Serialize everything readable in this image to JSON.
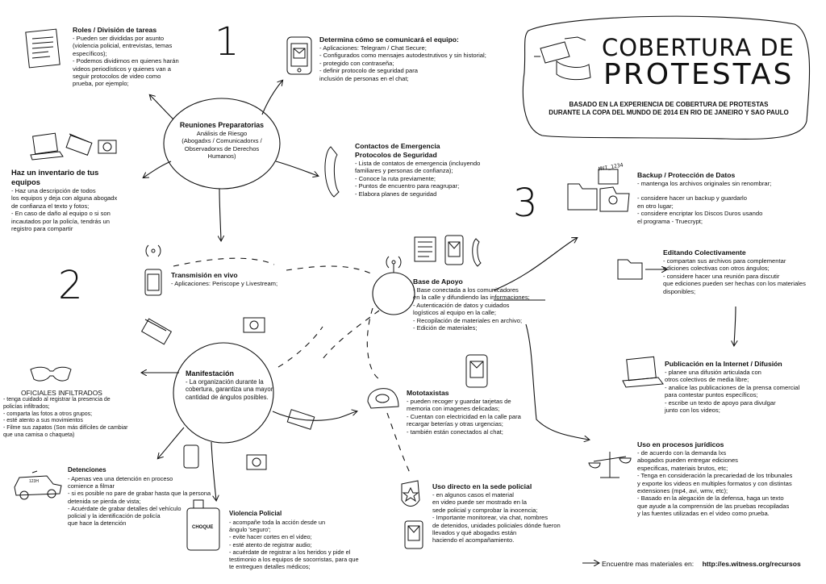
{
  "header": {
    "title_line1": "COBERTURA DE",
    "title_line2": "PROTESTAS",
    "subtitle_line1": "BASADO EN LA EXPERIENCIA DE COBERTURA DE PROTESTAS",
    "subtitle_line2": "DURANTE LA COPA DEL MUNDO DE 2014 EN RIO DE JANEIRO Y SAO PAULO"
  },
  "numbers": {
    "one": "1",
    "two": "2",
    "three": "3"
  },
  "roles": {
    "title": "Roles / División de tareas",
    "items": [
      "- Pueden ser divididas por asunto",
      "(violencia policial, entrevistas, temas",
      "específicos);",
      "- Podemos dividirnos en quienes harán",
      "videos periodísticos y quienes van a",
      "seguir protocolos de video como",
      "prueba, por ejemplo;"
    ]
  },
  "comunicacion": {
    "title": "Determina cómo se comunicará el equipo:",
    "items": [
      "- Aplicaciones: Telegram / Chat Secure;",
      "- Configurados como mensajes autodestrutivos y sin historial;",
      "- protegido con contraseña;",
      "- definir protocolo de seguridad para",
      "inclusión de personas en el chat;"
    ]
  },
  "reuniones": {
    "title": "Reuniones Preparatorias",
    "lines": [
      "Análisis de Riesgo",
      "(Abogadxs / Comunicadorxs /",
      "Observadorxs de Derechos",
      "Humanos)"
    ]
  },
  "contactos": {
    "title1": "Contactos de Emergencia",
    "title2": "Protocolos de Seguridad",
    "items": [
      "- Lista de contatos de emergencia (incluyendo",
      "familiares y personas de confianza);",
      "- Conoce la ruta previamente;",
      "- Puntos de encuentro para reagrupar;",
      "- Elabora planes de seguridad"
    ]
  },
  "inventario": {
    "title1": "Haz un inventario de tus",
    "title2": "equipos",
    "items": [
      "- Haz una descripción de todos",
      "los equipos y deja con alguna abogadx",
      "de confianza el texto y fotos;",
      "- En caso de daño al equipo o si son",
      "incautados por la policía, tendrás un",
      "registro para compartir"
    ]
  },
  "transmision": {
    "title": "Transmisión en vivo",
    "items": [
      "- Aplicaciones: Periscope y Livestream;"
    ]
  },
  "base": {
    "title": "Base de Apoyo",
    "items": [
      "- Base conectada a los comunicadores",
      "en la calle y difundiendo las informaciones;",
      "- Autenticación de datos y cuidados",
      "logísticos al equipo en la calle;",
      "- Recopilación de materiales en archivo;",
      "- Edición de materiales;"
    ]
  },
  "manifestacion": {
    "title": "Manifestación",
    "lines": [
      "- La organización durante la",
      "cobertura, garantiza una mayor",
      "cantidad de ángulos posibles."
    ]
  },
  "oficiales": {
    "title": "OFICIALES INFILTRADOS",
    "items": [
      "- tenga cuidado al registrar la presencia de",
      "policías infiltrados;",
      "- comparta las fotos a otros grupos;",
      "- esté atento a sus movimientos",
      "- Filme sus zapatos (Son más difíciles de cambiar",
      "que una camisa o chaqueta)"
    ]
  },
  "mototaxistas": {
    "title": "Mototaxistas",
    "items": [
      "- pueden recoger y guardar tarjetas de",
      "memoria con imagenes delicadas;",
      "- Cuentan con electricidad en la calle para",
      "recargar beterías y otras urgencias;",
      "- también están conectados al chat;"
    ]
  },
  "detenciones": {
    "title": "Detenciones",
    "items": [
      "- Apenas vea una detención en proceso",
      "comience a filmar",
      "- si es posible no pare de grabar hasta que la persona",
      "detenida se pierda de vista;",
      "- Acuérdate de grabar detalles del vehículo",
      "policial y la identificación de policía",
      "que hace la detención"
    ]
  },
  "violencia": {
    "title": "Violencia Policial",
    "items": [
      "- acompañe toda la acción desde un",
      "ángulo 'seguro';",
      "- evite hacer cortes en el video;",
      "- esté atento de registrar audio;",
      "- acuérdate de registrar a los heridos y pide el",
      "testimonio a los equipos de socorristas, para que",
      "te entreguen detalles médicos;"
    ]
  },
  "sede": {
    "title": "Uso directo en la sede policial",
    "items": [
      "- en algunos casos el material",
      "en video puede ser mostrado en la",
      "sede policial y comprobar la inocencia;",
      "- Importante monitorear, via chat, nombres",
      "de detenidos, unidades policiales dónde fueron",
      "llevados y qué abogadxs están",
      "haciendo el acompañamiento."
    ]
  },
  "backup": {
    "title": "Backup / Protección de Datos",
    "items": [
      "- mantenga los archivos originales sin renombrar;",
      "",
      "- considere hacer un backup y guardarlo",
      "en otro lugar;",
      "- considere encriptar los Discos Duros usando",
      "el programa - Truecrypt;"
    ],
    "file_label": "MVI_1234"
  },
  "editando": {
    "title": "Editando Colectivamente",
    "items": [
      "- compartan sus archivos para complementar",
      "ediciones colectivas con otros ángulos;",
      "- considere hacer una reunión para discutir",
      "que ediciones pueden ser hechas con los materiales",
      "disponibles;"
    ]
  },
  "publicacion": {
    "title": "Publicación en la Internet / Difusión",
    "items": [
      "- planee una difusión articulada con",
      "otros colectivos de media libre;",
      "- analice las publicaciones de la prensa comercial",
      "para contestar puntos específicos;",
      "- escribe un texto de apoyo para divulgar",
      "junto con los videos;"
    ]
  },
  "juridicos": {
    "title": "Uso en procesos jurídicos",
    "items": [
      "- de acuerdo con la demanda lxs",
      "abogadxs pueden entregar ediciones",
      "especificas, materiais brutos, etc;",
      "- Tenga en consideración la precariedad de los tribunales",
      "y exporte los videos en multiples formatos y con distintas",
      "extensiones (mp4, avi, wmv, etc);",
      "- Basado en la alegación de la defensa, haga un texto",
      "que ayude a la comprensión de las pruebas recopiladas",
      "y las fuentes utilizadas en el video como prueba."
    ]
  },
  "icons": {
    "car_label": "123H",
    "sign_label": "CHOQUE"
  },
  "footer": {
    "text": "Encuentre mas materiales en:",
    "url": "http://es.witness.org/recursos"
  }
}
